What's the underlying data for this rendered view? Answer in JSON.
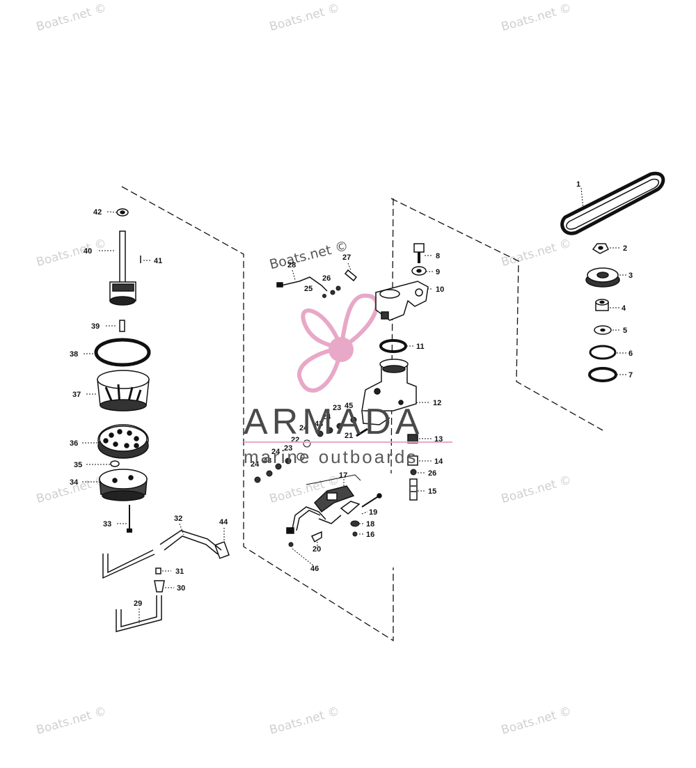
{
  "watermark": "Boats.net ©",
  "brand": {
    "name": "ARMADA",
    "tagline": "marine outboards",
    "accent_color": "#e8a8c8",
    "icon": "propeller-icon"
  },
  "callouts": [
    "1",
    "2",
    "3",
    "4",
    "5",
    "6",
    "7",
    "8",
    "9",
    "10",
    "11",
    "12",
    "13",
    "14",
    "15",
    "16",
    "17",
    "18",
    "19",
    "20",
    "21",
    "22",
    "23",
    "24",
    "25",
    "26",
    "27",
    "28",
    "29",
    "30",
    "31",
    "32",
    "33",
    "34",
    "35",
    "36",
    "37",
    "38",
    "39",
    "40",
    "41",
    "42",
    "43",
    "44",
    "45",
    "46"
  ],
  "labels": {
    "n1": "1",
    "n2": "2",
    "n3": "3",
    "n4": "4",
    "n5": "5",
    "n6": "6",
    "n7": "7",
    "n8": "8",
    "n9": "9",
    "n10": "10",
    "n11": "11",
    "n12": "12",
    "n13": "13",
    "n14": "14",
    "n15": "15",
    "n16": "16",
    "n17": "17",
    "n18": "18",
    "n19": "19",
    "n20": "20",
    "n21": "21",
    "n22": "22",
    "n23": "23",
    "n24": "24",
    "n25": "25",
    "n26": "26",
    "n27": "27",
    "n28": "28",
    "n29": "29",
    "n30": "30",
    "n31": "31",
    "n32": "32",
    "n33": "33",
    "n34": "34",
    "n35": "35",
    "n36": "36",
    "n37": "37",
    "n38": "38",
    "n39": "39",
    "n40": "40",
    "n41": "41",
    "n42": "42",
    "n43": "43",
    "n44": "44",
    "n45": "45",
    "n46": "46"
  }
}
